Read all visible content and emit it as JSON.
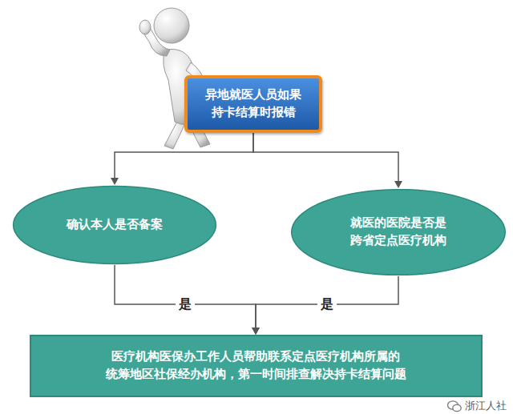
{
  "diagram": {
    "nodes": [
      {
        "text": [
          "异地就医人员如果 持卡结算时报错"
        ]
      },
      {
        "text": [
          "确认本人是否备案"
        ]
      },
      {
        "text": [
          "就医的医院是否是 跨省定点医疗机构"
        ]
      },
      {
        "text": [
          "医疗机构医保办工作人员帮助联系定点医疗机构所属的 统筹地区社保经办机构，第一时间排查解决持卡结算问题"
        ]
      }
    ],
    "edges": [
      {
        "from": 0,
        "to": 1,
        "arrow": "to"
      },
      {
        "from": 0,
        "to": 2,
        "arrow": "to"
      },
      {
        "from": 1,
        "to": 3,
        "label": "是",
        "arrow": "to"
      },
      {
        "from": 2,
        "to": 3,
        "label": "是",
        "arrow": "to"
      }
    ],
    "labels": [
      "浙江人社"
    ]
  }
}
